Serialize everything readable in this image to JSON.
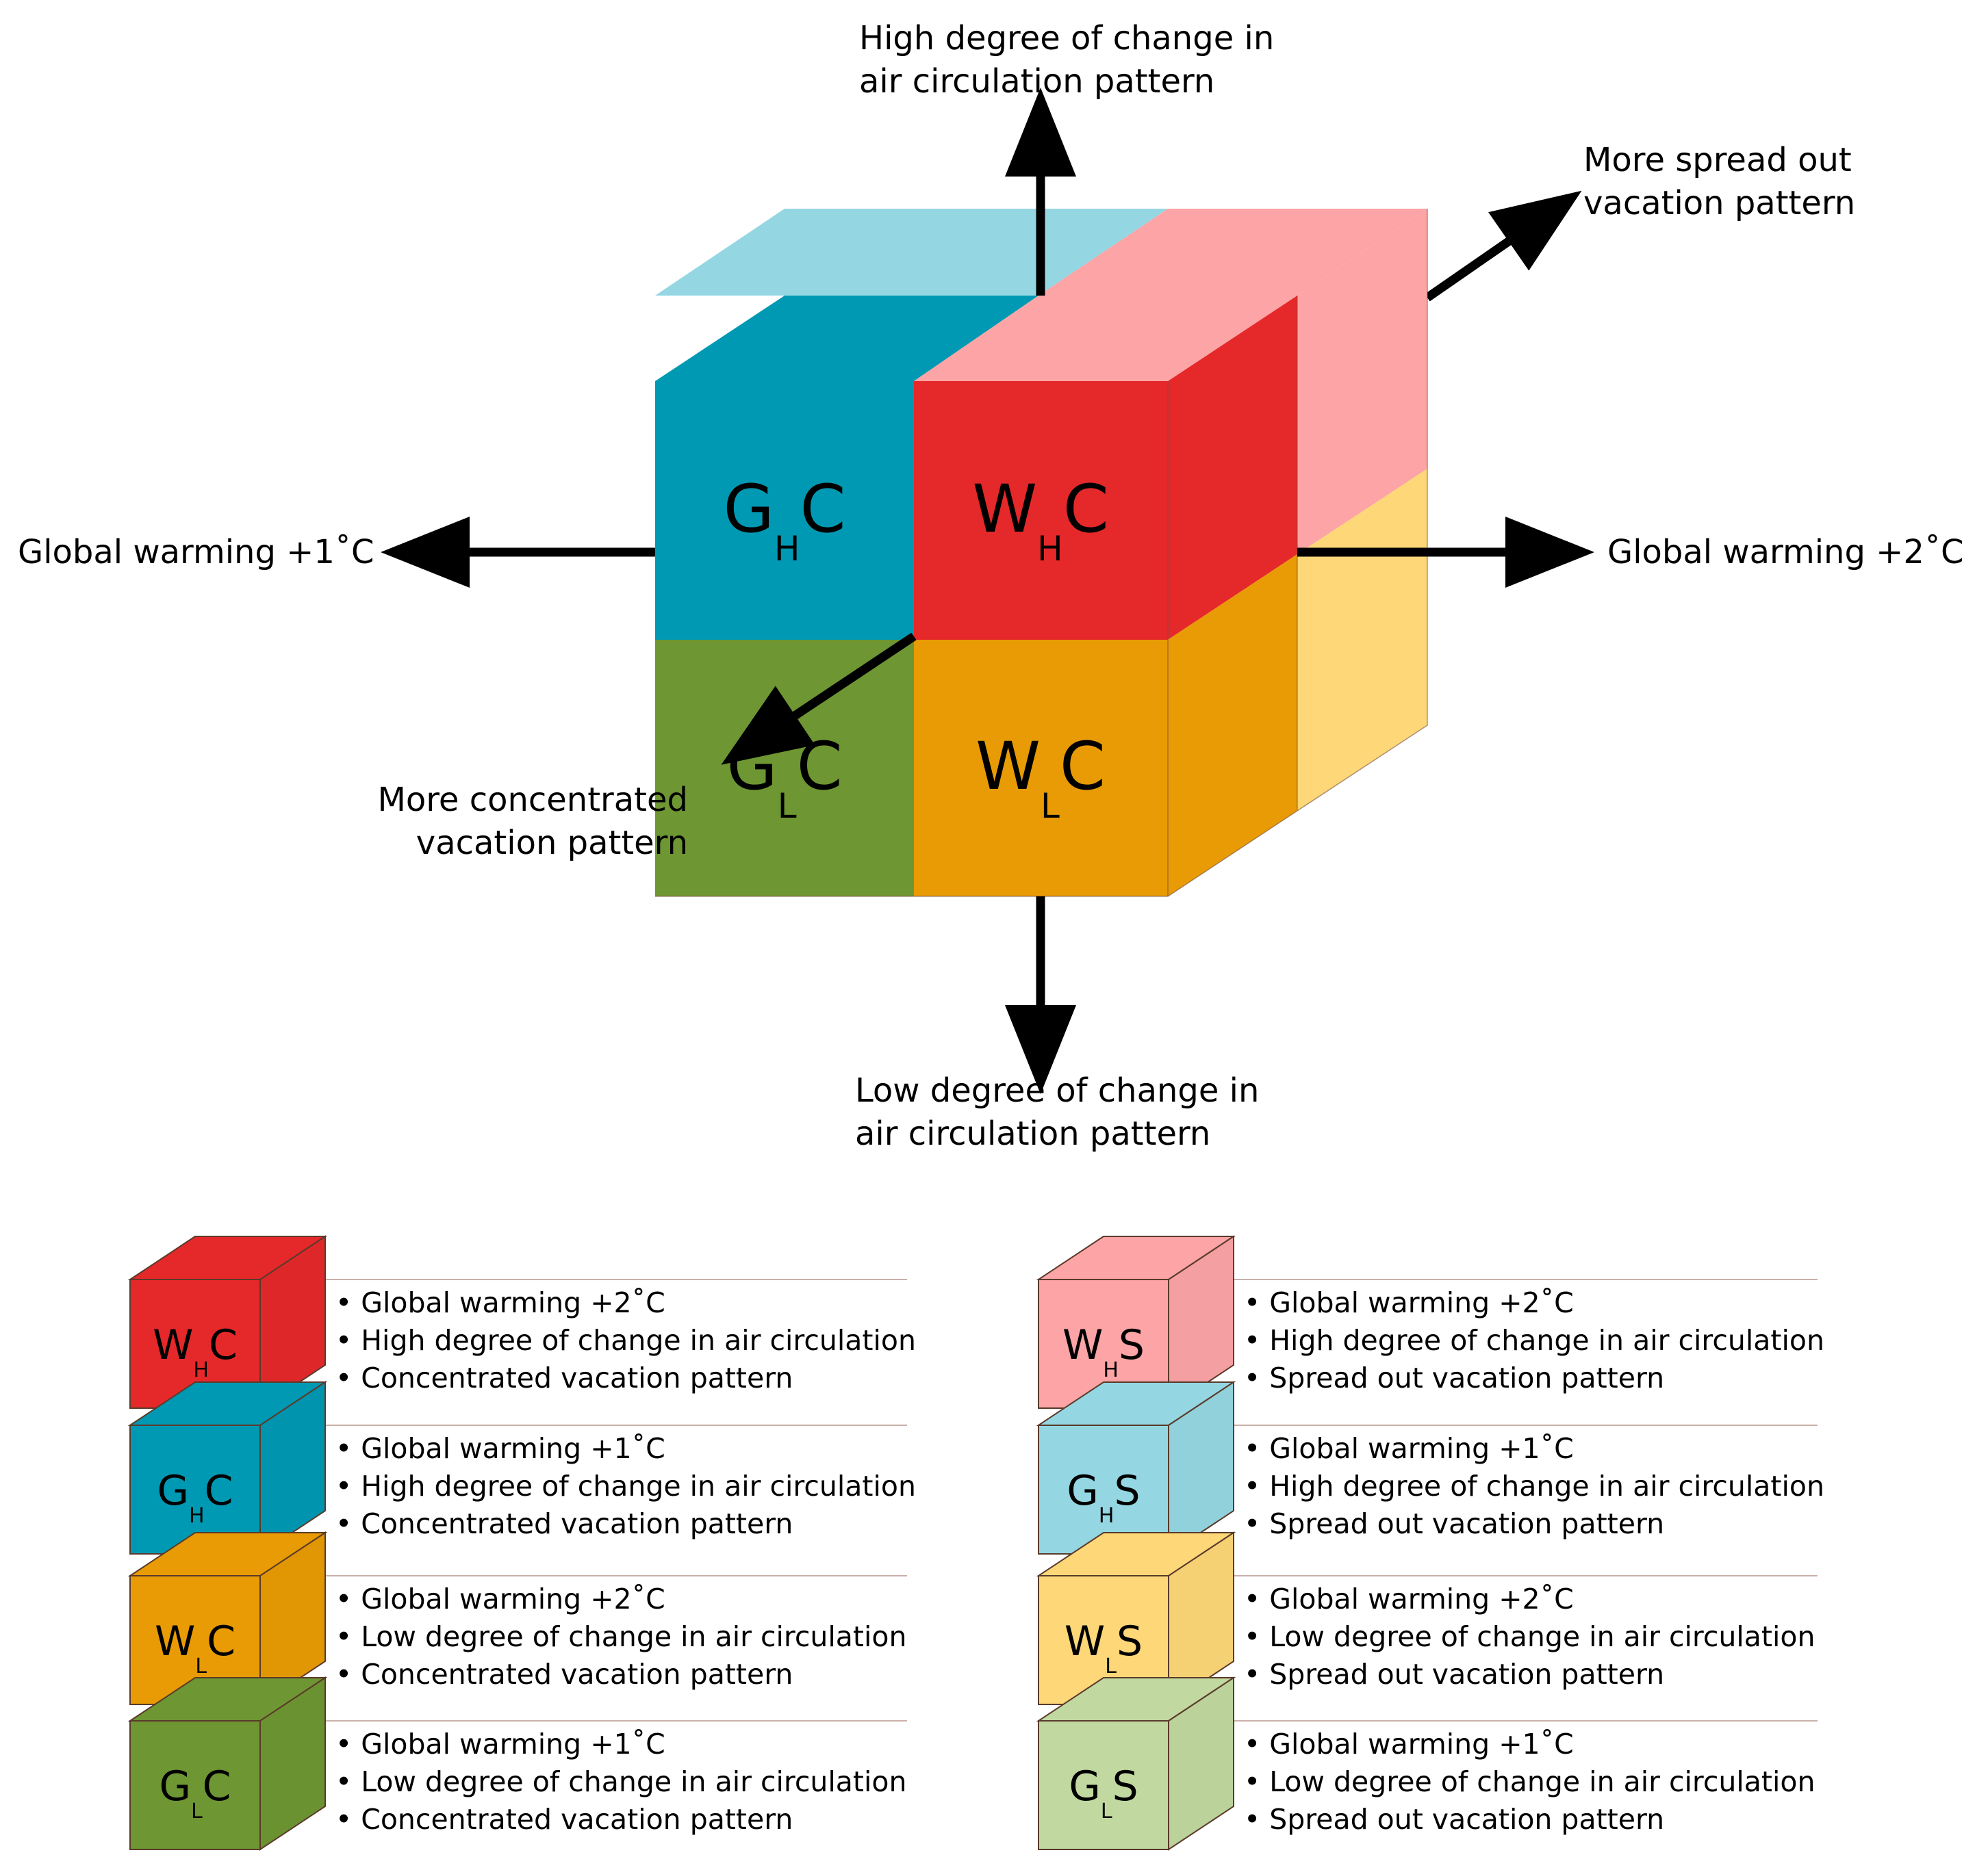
{
  "axes": {
    "up": {
      "line1": "High degree of change in",
      "line2": "air circulation pattern"
    },
    "down": {
      "line1": "Low degree of change in",
      "line2": "air circulation pattern"
    },
    "left": {
      "text": "Global warming +1˚C"
    },
    "right": {
      "text": "Global warming +2˚C"
    },
    "back": {
      "line1": "More spread out",
      "line2": "vacation pattern"
    },
    "front": {
      "line1": "More concentrated",
      "line2": "vacation pattern"
    }
  },
  "cube": {
    "cells": [
      {
        "id": "GHC",
        "main": "G",
        "sub": "H",
        "suffix": "C"
      },
      {
        "id": "WHC",
        "main": "W",
        "sub": "H",
        "suffix": "C"
      },
      {
        "id": "GLC",
        "main": "G",
        "sub": "L",
        "suffix": "C"
      },
      {
        "id": "WLC",
        "main": "W",
        "sub": "L",
        "suffix": "C"
      }
    ]
  },
  "colors": {
    "WHC": "#e5282a",
    "GHC": "#0099b3",
    "WLC": "#e89b04",
    "GLC": "#6e9632",
    "WHS": "#fca4a6",
    "GHS": "#94d7e2",
    "WLS": "#fdd778",
    "GLS": "#c1d9a0"
  },
  "legend": {
    "left": [
      {
        "id": "WHC",
        "main": "W",
        "sub": "H",
        "suffix": "C",
        "bullets": [
          "• Global warming +2˚C",
          "• High degree of change in air circulation",
          "• Concentrated vacation pattern"
        ]
      },
      {
        "id": "GHC",
        "main": "G",
        "sub": "H",
        "suffix": "C",
        "bullets": [
          "• Global warming +1˚C",
          "• High degree of change in air circulation",
          "• Concentrated vacation pattern"
        ]
      },
      {
        "id": "WLC",
        "main": "W",
        "sub": "L",
        "suffix": "C",
        "bullets": [
          "• Global warming +2˚C",
          "• Low degree of change in air circulation",
          "• Concentrated vacation pattern"
        ]
      },
      {
        "id": "GLC",
        "main": "G",
        "sub": "L",
        "suffix": "C",
        "bullets": [
          "• Global warming +1˚C",
          "• Low degree of change in air circulation",
          "• Concentrated vacation pattern"
        ]
      }
    ],
    "right": [
      {
        "id": "WHS",
        "main": "W",
        "sub": "H",
        "suffix": "S",
        "bullets": [
          "• Global warming +2˚C",
          "• High degree of change in air circulation",
          "• Spread out vacation pattern"
        ]
      },
      {
        "id": "GHS",
        "main": "G",
        "sub": "H",
        "suffix": "S",
        "bullets": [
          "• Global warming +1˚C",
          "• High degree of change in air circulation",
          "• Spread out vacation pattern"
        ]
      },
      {
        "id": "WLS",
        "main": "W",
        "sub": "L",
        "suffix": "S",
        "bullets": [
          "• Global warming +2˚C",
          "• Low degree of change in air circulation",
          "• Spread out vacation pattern"
        ]
      },
      {
        "id": "GLS",
        "main": "G",
        "sub": "L",
        "suffix": "S",
        "bullets": [
          "• Global warming +1˚C",
          "• Low degree of change in air circulation",
          "• Spread out vacation pattern"
        ]
      }
    ]
  }
}
